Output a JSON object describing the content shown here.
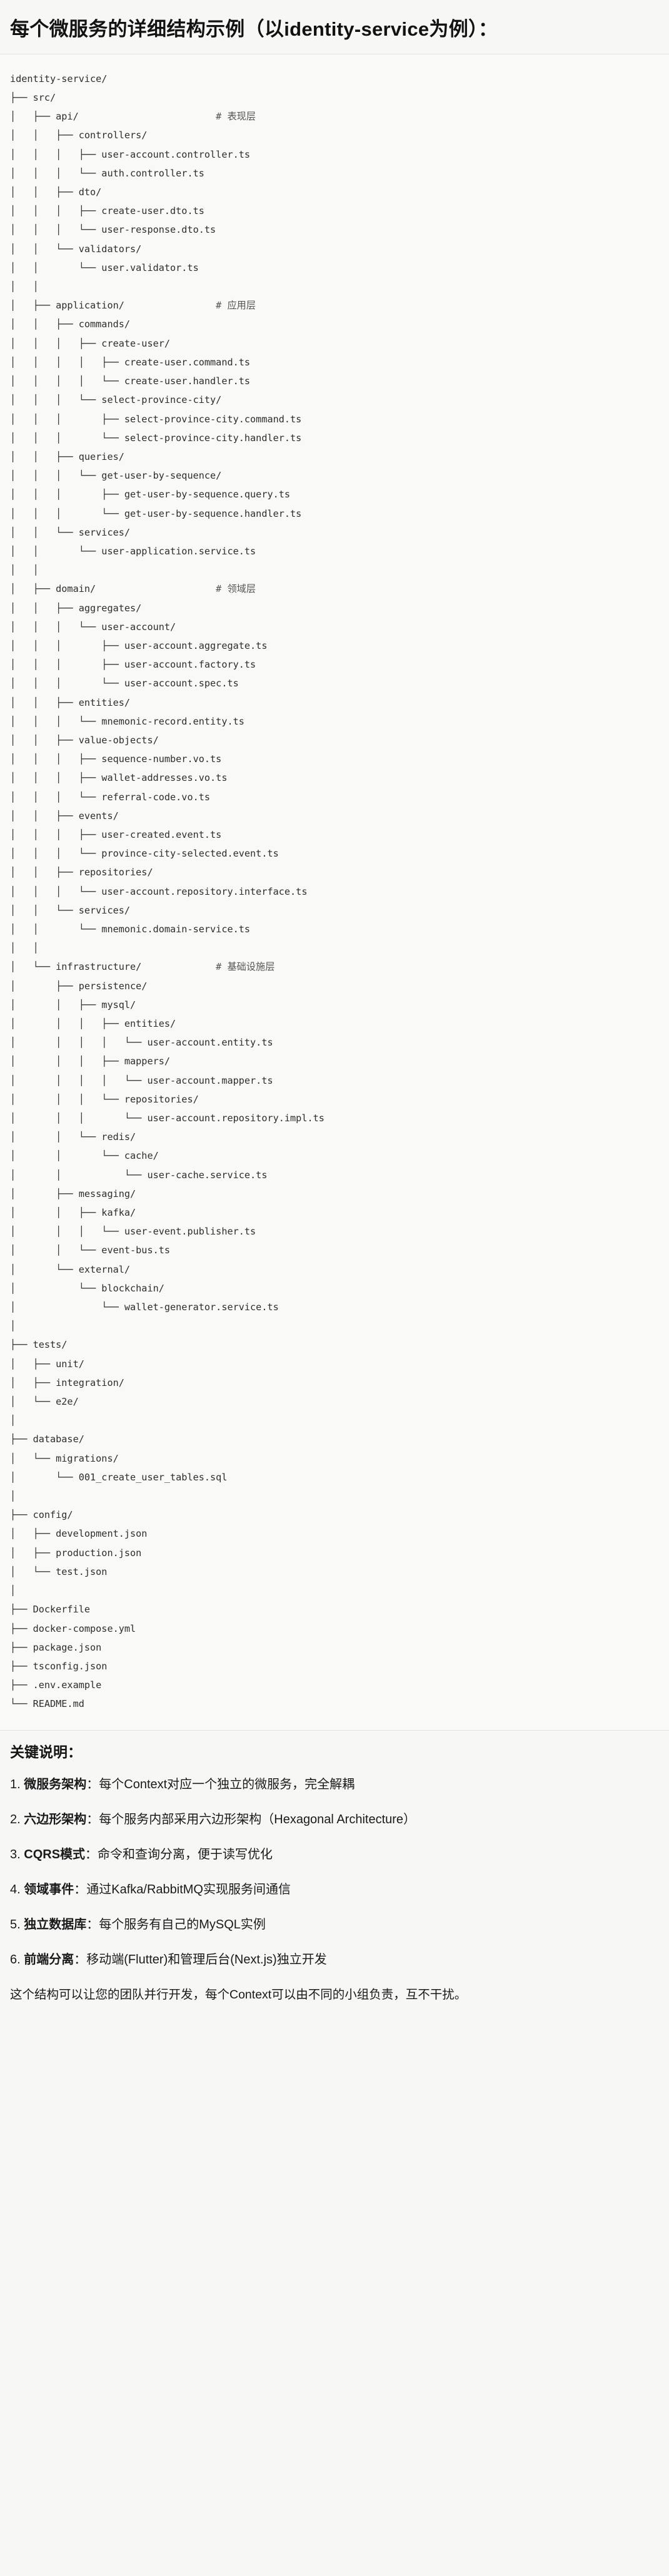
{
  "header": {
    "title": "每个微服务的详细结构示例（以identity-service为例）："
  },
  "tree": {
    "root": "identity-service/",
    "comments": {
      "api": "# 表现层",
      "application": "# 应用层",
      "domain": "# 领域层",
      "infrastructure": "# 基础设施层"
    },
    "lines": [
      {
        "text": "identity-service/",
        "comment": ""
      },
      {
        "text": "├── src/",
        "comment": ""
      },
      {
        "text": "│   ├── api/",
        "comment": "# 表现层"
      },
      {
        "text": "│   │   ├── controllers/",
        "comment": ""
      },
      {
        "text": "│   │   │   ├── user-account.controller.ts",
        "comment": ""
      },
      {
        "text": "│   │   │   └── auth.controller.ts",
        "comment": ""
      },
      {
        "text": "│   │   ├── dto/",
        "comment": ""
      },
      {
        "text": "│   │   │   ├── create-user.dto.ts",
        "comment": ""
      },
      {
        "text": "│   │   │   └── user-response.dto.ts",
        "comment": ""
      },
      {
        "text": "│   │   └── validators/",
        "comment": ""
      },
      {
        "text": "│   │       └── user.validator.ts",
        "comment": ""
      },
      {
        "text": "│   │",
        "comment": ""
      },
      {
        "text": "│   ├── application/",
        "comment": "# 应用层"
      },
      {
        "text": "│   │   ├── commands/",
        "comment": ""
      },
      {
        "text": "│   │   │   ├── create-user/",
        "comment": ""
      },
      {
        "text": "│   │   │   │   ├── create-user.command.ts",
        "comment": ""
      },
      {
        "text": "│   │   │   │   └── create-user.handler.ts",
        "comment": ""
      },
      {
        "text": "│   │   │   └── select-province-city/",
        "comment": ""
      },
      {
        "text": "│   │   │       ├── select-province-city.command.ts",
        "comment": ""
      },
      {
        "text": "│   │   │       └── select-province-city.handler.ts",
        "comment": ""
      },
      {
        "text": "│   │   ├── queries/",
        "comment": ""
      },
      {
        "text": "│   │   │   └── get-user-by-sequence/",
        "comment": ""
      },
      {
        "text": "│   │   │       ├── get-user-by-sequence.query.ts",
        "comment": ""
      },
      {
        "text": "│   │   │       └── get-user-by-sequence.handler.ts",
        "comment": ""
      },
      {
        "text": "│   │   └── services/",
        "comment": ""
      },
      {
        "text": "│   │       └── user-application.service.ts",
        "comment": ""
      },
      {
        "text": "│   │",
        "comment": ""
      },
      {
        "text": "│   ├── domain/",
        "comment": "# 领域层"
      },
      {
        "text": "│   │   ├── aggregates/",
        "comment": ""
      },
      {
        "text": "│   │   │   └── user-account/",
        "comment": ""
      },
      {
        "text": "│   │   │       ├── user-account.aggregate.ts",
        "comment": ""
      },
      {
        "text": "│   │   │       ├── user-account.factory.ts",
        "comment": ""
      },
      {
        "text": "│   │   │       └── user-account.spec.ts",
        "comment": ""
      },
      {
        "text": "│   │   ├── entities/",
        "comment": ""
      },
      {
        "text": "│   │   │   └── mnemonic-record.entity.ts",
        "comment": ""
      },
      {
        "text": "│   │   ├── value-objects/",
        "comment": ""
      },
      {
        "text": "│   │   │   ├── sequence-number.vo.ts",
        "comment": ""
      },
      {
        "text": "│   │   │   ├── wallet-addresses.vo.ts",
        "comment": ""
      },
      {
        "text": "│   │   │   └── referral-code.vo.ts",
        "comment": ""
      },
      {
        "text": "│   │   ├── events/",
        "comment": ""
      },
      {
        "text": "│   │   │   ├── user-created.event.ts",
        "comment": ""
      },
      {
        "text": "│   │   │   └── province-city-selected.event.ts",
        "comment": ""
      },
      {
        "text": "│   │   ├── repositories/",
        "comment": ""
      },
      {
        "text": "│   │   │   └── user-account.repository.interface.ts",
        "comment": ""
      },
      {
        "text": "│   │   └── services/",
        "comment": ""
      },
      {
        "text": "│   │       └── mnemonic.domain-service.ts",
        "comment": ""
      },
      {
        "text": "│   │",
        "comment": ""
      },
      {
        "text": "│   └── infrastructure/",
        "comment": "# 基础设施层"
      },
      {
        "text": "│       ├── persistence/",
        "comment": ""
      },
      {
        "text": "│       │   ├── mysql/",
        "comment": ""
      },
      {
        "text": "│       │   │   ├── entities/",
        "comment": ""
      },
      {
        "text": "│       │   │   │   └── user-account.entity.ts",
        "comment": ""
      },
      {
        "text": "│       │   │   ├── mappers/",
        "comment": ""
      },
      {
        "text": "│       │   │   │   └── user-account.mapper.ts",
        "comment": ""
      },
      {
        "text": "│       │   │   └── repositories/",
        "comment": ""
      },
      {
        "text": "│       │   │       └── user-account.repository.impl.ts",
        "comment": ""
      },
      {
        "text": "│       │   └── redis/",
        "comment": ""
      },
      {
        "text": "│       │       └── cache/",
        "comment": ""
      },
      {
        "text": "│       │           └── user-cache.service.ts",
        "comment": ""
      },
      {
        "text": "│       ├── messaging/",
        "comment": ""
      },
      {
        "text": "│       │   ├── kafka/",
        "comment": ""
      },
      {
        "text": "│       │   │   └── user-event.publisher.ts",
        "comment": ""
      },
      {
        "text": "│       │   └── event-bus.ts",
        "comment": ""
      },
      {
        "text": "│       └── external/",
        "comment": ""
      },
      {
        "text": "│           └── blockchain/",
        "comment": ""
      },
      {
        "text": "│               └── wallet-generator.service.ts",
        "comment": ""
      },
      {
        "text": "│",
        "comment": ""
      },
      {
        "text": "├── tests/",
        "comment": ""
      },
      {
        "text": "│   ├── unit/",
        "comment": ""
      },
      {
        "text": "│   ├── integration/",
        "comment": ""
      },
      {
        "text": "│   └── e2e/",
        "comment": ""
      },
      {
        "text": "│",
        "comment": ""
      },
      {
        "text": "├── database/",
        "comment": ""
      },
      {
        "text": "│   └── migrations/",
        "comment": ""
      },
      {
        "text": "│       └── 001_create_user_tables.sql",
        "comment": ""
      },
      {
        "text": "│",
        "comment": ""
      },
      {
        "text": "├── config/",
        "comment": ""
      },
      {
        "text": "│   ├── development.json",
        "comment": ""
      },
      {
        "text": "│   ├── production.json",
        "comment": ""
      },
      {
        "text": "│   └── test.json",
        "comment": ""
      },
      {
        "text": "│",
        "comment": ""
      },
      {
        "text": "├── Dockerfile",
        "comment": ""
      },
      {
        "text": "├── docker-compose.yml",
        "comment": ""
      },
      {
        "text": "├── package.json",
        "comment": ""
      },
      {
        "text": "├── tsconfig.json",
        "comment": ""
      },
      {
        "text": "├── .env.example",
        "comment": ""
      },
      {
        "text": "└── README.md",
        "comment": ""
      }
    ]
  },
  "notes": {
    "heading": "关键说明：",
    "items": [
      {
        "num": "1.",
        "key": "微服务架构",
        "sep": "：",
        "value": "每个Context对应一个独立的微服务，完全解耦"
      },
      {
        "num": "2.",
        "key": "六边形架构",
        "sep": "：",
        "value": "每个服务内部采用六边形架构（Hexagonal Architecture）"
      },
      {
        "num": "3.",
        "key": "CQRS模式",
        "sep": "：",
        "value": "命令和查询分离，便于读写优化"
      },
      {
        "num": "4.",
        "key": "领域事件",
        "sep": "：",
        "value": "通过Kafka/RabbitMQ实现服务间通信"
      },
      {
        "num": "5.",
        "key": "独立数据库",
        "sep": "：",
        "value": "每个服务有自己的MySQL实例"
      },
      {
        "num": "6.",
        "key": "前端分离",
        "sep": "：",
        "value": "移动端(Flutter)和管理后台(Next.js)独立开发"
      }
    ],
    "closing": "这个结构可以让您的团队并行开发，每个Context可以由不同的小组负责，互不干扰。"
  },
  "colors": {
    "page_bg": "#f7f7f5",
    "code_bg": "#f9f9f7",
    "text": "#1f1f1f",
    "comment": "#555555",
    "rule": "#e3e2dd"
  }
}
